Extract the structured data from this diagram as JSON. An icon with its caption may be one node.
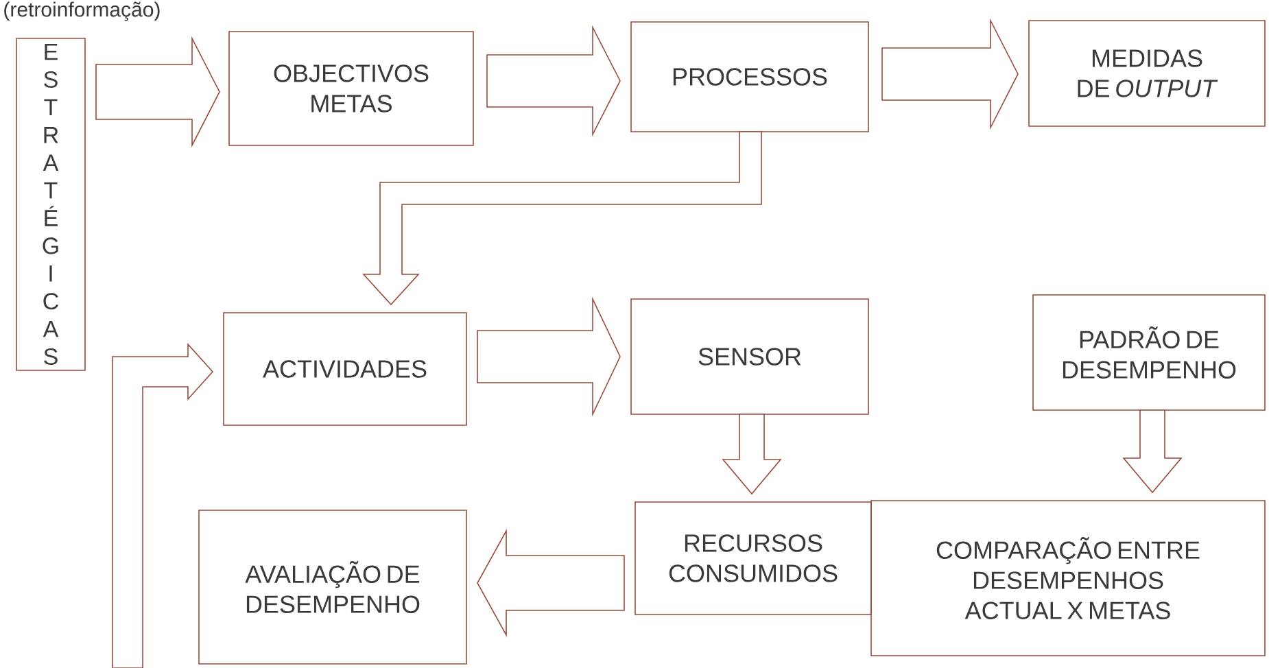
{
  "diagram": {
    "nodes": [
      {
        "text": [
          "ESTRATÉGICAS"
        ]
      },
      {
        "text": [
          "OBJECTIVOS METAS"
        ]
      },
      {
        "text": [
          "PROCESSOS"
        ]
      },
      {
        "text": [
          "MEDIDAS DE *OUTPUT*"
        ]
      },
      {
        "text": [
          "ACTIVIDADES"
        ]
      },
      {
        "text": [
          "SENSOR"
        ]
      },
      {
        "text": [
          "PADRÃO DE DESEMPENHO"
        ]
      },
      {
        "text": [
          "RECURSOS CONSUMIDOS"
        ]
      },
      {
        "text": [
          "COMPARAÇÃO ENTRE DESEMPENHOS ACTUAL X METAS"
        ]
      },
      {
        "text": [
          "AVALIAÇÃO DE DESEMPENHO"
        ]
      }
    ],
    "edges": [
      {
        "from": 0,
        "to": 1,
        "arrow": "to"
      },
      {
        "from": 1,
        "to": 2,
        "arrow": "to"
      },
      {
        "from": 2,
        "to": 3,
        "arrow": "to"
      },
      {
        "from": 2,
        "to": 4,
        "arrow": "to"
      },
      {
        "from": 4,
        "to": 5,
        "arrow": "to"
      },
      {
        "from": 5,
        "to": 7,
        "arrow": "to"
      },
      {
        "from": 6,
        "to": 8,
        "arrow": "to"
      },
      {
        "from": 7,
        "to": 9,
        "arrow": "to"
      },
      {
        "from": null,
        "to": 4,
        "arrow": "to"
      }
    ],
    "labels": [
      "(retroinformação)"
    ]
  }
}
